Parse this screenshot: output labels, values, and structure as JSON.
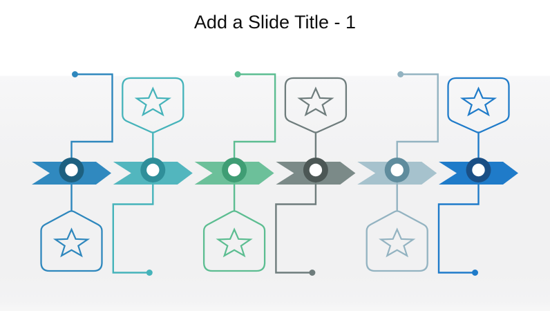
{
  "slide": {
    "title": "Add a Slide Title - 1",
    "title_color": "#0d0d0d",
    "background_top_color": "#ffffff",
    "background_band_color": "#f1f1f2"
  },
  "timeline": {
    "type": "process-timeline",
    "direction": "left-to-right",
    "milestone_count": 6,
    "marker_inner_color": "#ffffff",
    "milestones": [
      {
        "index": 1,
        "badge_icon": "star-icon",
        "badge_position": "below",
        "end_dot_position": "above",
        "colors": {
          "chevron": "#3089bf",
          "ring": "#1d6080",
          "line": "#2e87bd"
        }
      },
      {
        "index": 2,
        "badge_icon": "star-icon",
        "badge_position": "above",
        "end_dot_position": "below",
        "colors": {
          "chevron": "#52b6be",
          "ring": "#2f8f9a",
          "line": "#45b3ba"
        }
      },
      {
        "index": 3,
        "badge_icon": "star-icon",
        "badge_position": "below",
        "end_dot_position": "above",
        "colors": {
          "chevron": "#6cc09a",
          "ring": "#3f9d74",
          "line": "#5cbd91"
        }
      },
      {
        "index": 4,
        "badge_icon": "star-icon",
        "badge_position": "above",
        "end_dot_position": "below",
        "colors": {
          "chevron": "#7b8a88",
          "ring": "#4c5755",
          "line": "#6e7c7c"
        }
      },
      {
        "index": 5,
        "badge_icon": "star-icon",
        "badge_position": "below",
        "end_dot_position": "above",
        "colors": {
          "chevron": "#a6c2cd",
          "ring": "#5f8c9d",
          "line": "#93b3c1"
        }
      },
      {
        "index": 6,
        "badge_icon": "star-icon",
        "badge_position": "above",
        "end_dot_position": "below",
        "colors": {
          "chevron": "#1f7bc9",
          "ring": "#1a4f85",
          "line": "#1f7bc9"
        }
      }
    ]
  }
}
